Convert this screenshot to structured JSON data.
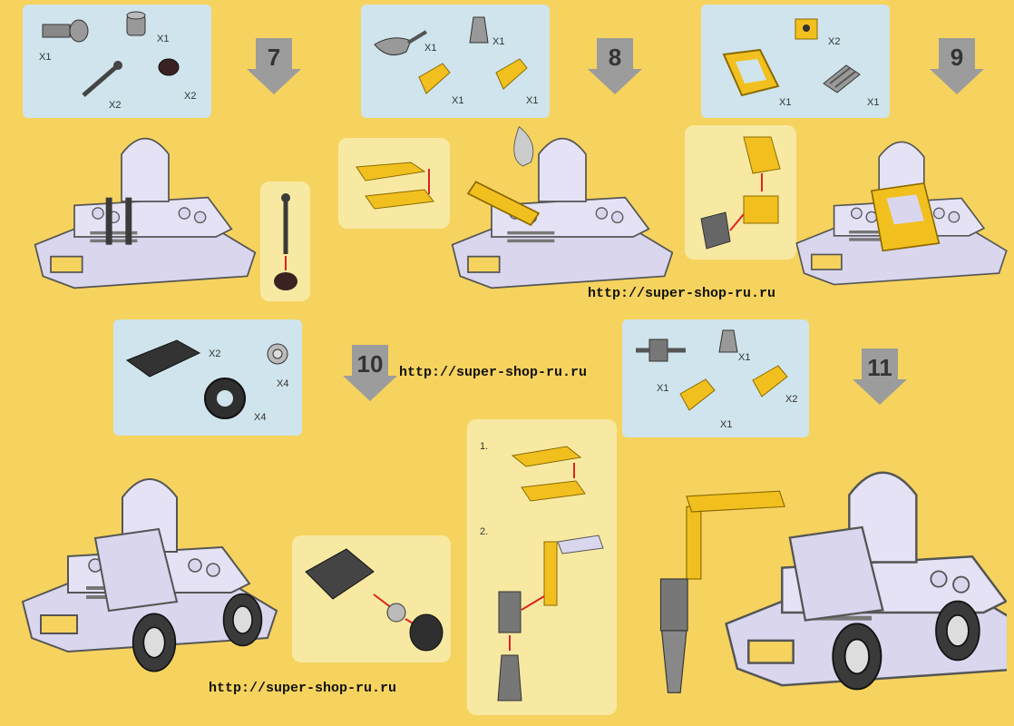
{
  "steps": [
    {
      "number": "7",
      "parts": [
        {
          "icon": "brick-icon",
          "qty": "X1"
        },
        {
          "icon": "round-brick-icon",
          "qty": "X1"
        },
        {
          "icon": "lever-icon",
          "qty": "X2"
        },
        {
          "icon": "round-plate-icon",
          "qty": "X2"
        }
      ]
    },
    {
      "number": "8",
      "parts": [
        {
          "icon": "shovel-icon",
          "qty": "X1"
        },
        {
          "icon": "cone-icon",
          "qty": "X1"
        },
        {
          "icon": "hinge-plate-icon",
          "qty": "X1"
        },
        {
          "icon": "hinge-plate-icon",
          "qty": "X1"
        }
      ]
    },
    {
      "number": "9",
      "parts": [
        {
          "icon": "yellow-brick-icon",
          "qty": "X2"
        },
        {
          "icon": "windscreen-icon",
          "qty": "X1"
        },
        {
          "icon": "grille-tile-icon",
          "qty": "X1"
        }
      ]
    },
    {
      "number": "10",
      "parts": [
        {
          "icon": "wheel-holder-icon",
          "qty": "X2"
        },
        {
          "icon": "rim-icon",
          "qty": "X4"
        },
        {
          "icon": "tyre-icon",
          "qty": "X4"
        }
      ]
    },
    {
      "number": "11",
      "parts": [
        {
          "icon": "connector-icon",
          "qty": "X1"
        },
        {
          "icon": "cone-icon",
          "qty": "X1"
        },
        {
          "icon": "hinge-plate-icon",
          "qty": "X1"
        },
        {
          "icon": "hinge-plate-icon",
          "qty": "X2"
        }
      ]
    }
  ],
  "substeps": [
    "1.",
    "2."
  ],
  "url": "http://super-shop-ru.ru",
  "colors": {
    "background": "#f5d35e",
    "panel": "#cfe4ec",
    "subpanel": "#f8e9a2",
    "body": "#d9d6ee",
    "accent": "#f2c01e",
    "dark": "#3a3a3a"
  }
}
